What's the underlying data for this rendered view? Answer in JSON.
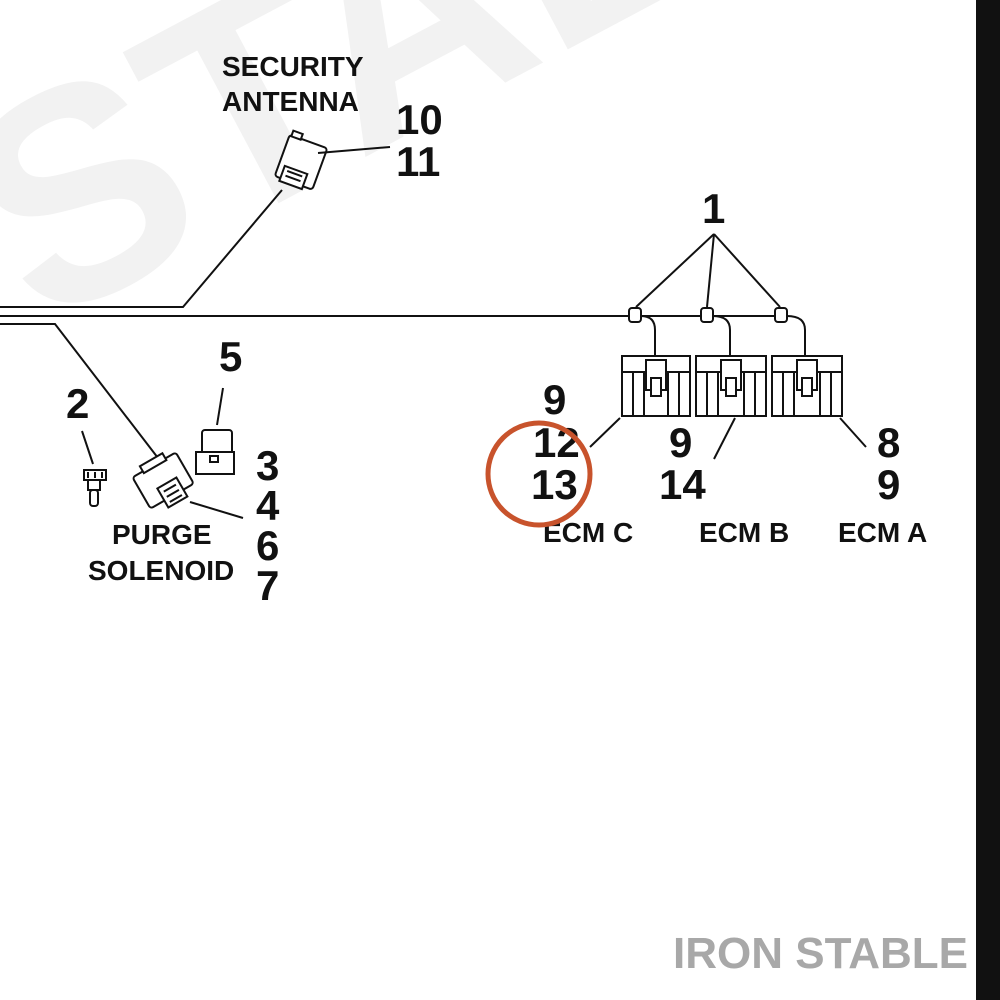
{
  "diagram": {
    "labels": {
      "security_antenna": [
        "SECURITY",
        "ANTENNA"
      ],
      "purge_solenoid": [
        "PURGE",
        "SOLENOID"
      ],
      "ecm_c": "ECM C",
      "ecm_b": "ECM B",
      "ecm_a": "ECM A"
    },
    "callouts": {
      "c1": "1",
      "c2": "2",
      "c5": "5",
      "c3": "3",
      "c4": "4",
      "c6": "6",
      "c7": "7",
      "c10": "10",
      "c11": "11",
      "ecm_c_9": "9",
      "ecm_c_12": "12",
      "ecm_c_13": "13",
      "ecm_b_9": "9",
      "ecm_b_14": "14",
      "ecm_a_8": "8",
      "ecm_a_9": "9"
    },
    "highlight_color": "#c8532c"
  },
  "watermark": {
    "text": "IRON STABLE",
    "background_text": "STAB"
  }
}
